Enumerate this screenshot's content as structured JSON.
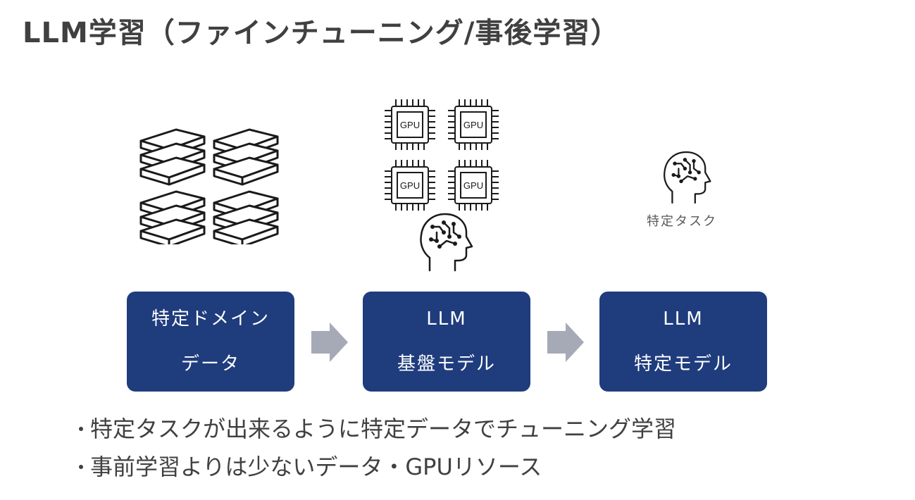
{
  "title": "LLM学習（ファインチューニング/事後学習）",
  "chips": [
    "GPU",
    "GPU",
    "GPU",
    "GPU"
  ],
  "caption": "特定タスク",
  "boxes": [
    {
      "line1": "特定ドメイン",
      "line2": "データ"
    },
    {
      "line1": "LLM",
      "line2": "基盤モデル"
    },
    {
      "line1": "LLM",
      "line2": "特定モデル"
    }
  ],
  "bullets": [
    "特定タスクが出来るように特定データでチューニング学習",
    "事前学習よりは少ないデータ・GPUリソース"
  ],
  "colors": {
    "box": "#1f3c7d",
    "arrow": "#a6a9b6",
    "text": "#404040"
  }
}
